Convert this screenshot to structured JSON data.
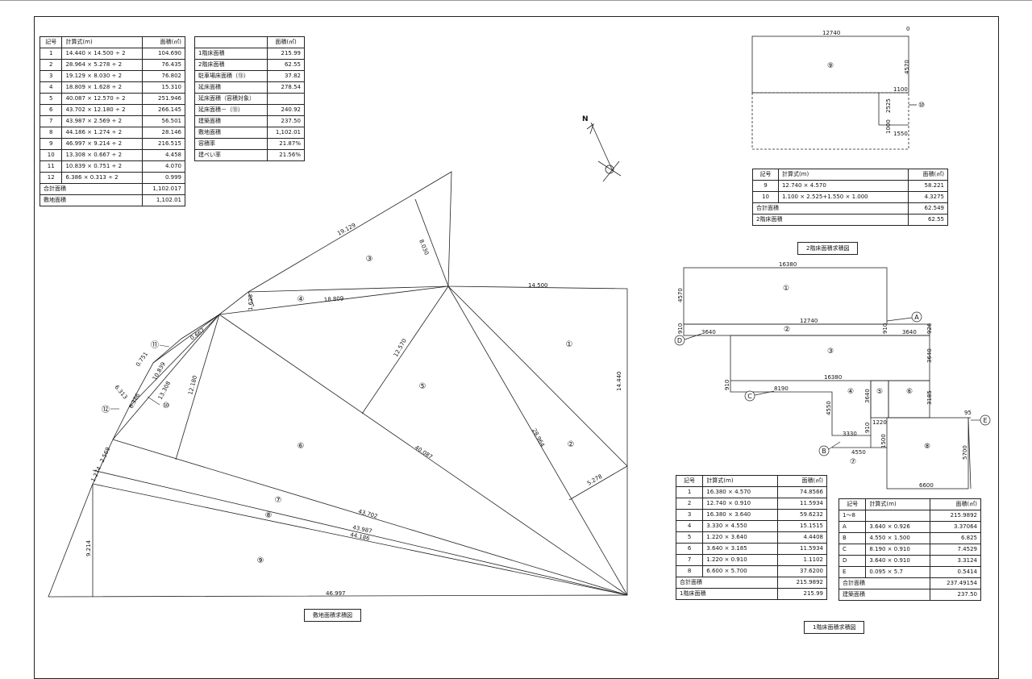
{
  "site_table": {
    "headers": [
      "記号",
      "計算式(m)",
      "面積(㎡)"
    ],
    "rows": [
      [
        "1",
        "14.440 × 14.500 ÷ 2",
        "104.690"
      ],
      [
        "2",
        "28.964 × 5.278 ÷ 2",
        "76.435"
      ],
      [
        "3",
        "19.129 × 8.030 ÷ 2",
        "76.802"
      ],
      [
        "4",
        "18.809 × 1.628 ÷ 2",
        "15.310"
      ],
      [
        "5",
        "40.087 × 12.570 ÷ 2",
        "251.946"
      ],
      [
        "6",
        "43.702 × 12.180 ÷ 2",
        "266.145"
      ],
      [
        "7",
        "43.987 × 2.569 ÷ 2",
        "56.501"
      ],
      [
        "8",
        "44.186 × 1.274 ÷ 2",
        "28.146"
      ],
      [
        "9",
        "46.997 × 9.214 ÷ 2",
        "216.515"
      ],
      [
        "10",
        "13.308 × 0.667 ÷ 2",
        "4.458"
      ],
      [
        "11",
        "10.839 × 0.751 ÷ 2",
        "4.070"
      ],
      [
        "12",
        "6.386 × 0.313 ÷ 2",
        "0.999"
      ]
    ],
    "total_label": "合計面積",
    "total_value": "1,102.017",
    "site_label": "敷地面積",
    "site_value": "1,102.01"
  },
  "summary_table": {
    "header": "面積(㎡)",
    "rows": [
      [
        "1階床面積",
        "215.99"
      ],
      [
        "2階床面積",
        "62.55"
      ],
      [
        "駐車場床面積（⑬）",
        "37.82"
      ],
      [
        "延床面積",
        "278.54"
      ],
      [
        "延床面積（容積対象）",
        ""
      ],
      [
        "延床面積－（⑬）",
        "240.92"
      ],
      [
        "建築面積",
        "237.50"
      ],
      [
        "敷地面積",
        "1,102.01"
      ],
      [
        "容積率",
        "21.87%"
      ],
      [
        "建ぺい率",
        "21.56%"
      ]
    ]
  },
  "floor2_table": {
    "headers": [
      "記号",
      "計算式(m)",
      "面積(㎡)"
    ],
    "rows": [
      [
        "9",
        "12.740 × 4.570",
        "58.221"
      ],
      [
        "10",
        "1.100 × 2.525+1.550 × 1.000",
        "4.3275"
      ]
    ],
    "total_label": "合計面積",
    "total_value": "62.549",
    "floor_label": "2階床面積",
    "floor_value": "62.55"
  },
  "floor1_table": {
    "headers": [
      "記号",
      "計算式(m)",
      "面積(㎡)"
    ],
    "rows": [
      [
        "1",
        "16.380 × 4.570",
        "74.8566"
      ],
      [
        "2",
        "12.740 × 0.910",
        "11.5934"
      ],
      [
        "3",
        "16.380 × 3.640",
        "59.6232"
      ],
      [
        "4",
        "3.330 × 4.550",
        "15.1515"
      ],
      [
        "5",
        "1.220 × 3.640",
        "4.4408"
      ],
      [
        "6",
        "3.640 × 3.185",
        "11.5934"
      ],
      [
        "7",
        "1.220 × 0.910",
        "1.1102"
      ],
      [
        "8",
        "6.600 × 5.700",
        "37.6200"
      ]
    ],
    "total_label": "合計面積",
    "total_value": "215.9892",
    "floor_label": "1階床面積",
    "floor_value": "215.99"
  },
  "building_table": {
    "headers": [
      "記号",
      "計算式(m)",
      "面積(㎡)"
    ],
    "rows": [
      [
        "1～8",
        "",
        "215.9892"
      ],
      [
        "A",
        "3.640 × 0.926",
        "3.37064"
      ],
      [
        "B",
        "4.550 × 1.500",
        "6.825"
      ],
      [
        "C",
        "8.190 × 0.910",
        "7.4529"
      ],
      [
        "D",
        "3.640 × 0.910",
        "3.3124"
      ],
      [
        "E",
        "0.095 × 5.7",
        "0.5414"
      ]
    ],
    "total_label": "合計面積",
    "total_value": "237.49154",
    "building_label": "建築面積",
    "building_value": "237.50"
  },
  "captions": {
    "site": "敷地面積求積図",
    "floor1": "1階床面積求積図",
    "floor2": "2階床面積求積図"
  },
  "site_plan": {
    "edge_labels": [
      "19.129",
      "8.030",
      "14.500",
      "14.440",
      "1.628",
      "18.809",
      "0.667",
      "12.570",
      "0.751",
      "10.839",
      "13.308",
      "12.180",
      "6.313",
      "6.386",
      "28.964",
      "40.087",
      "5.278",
      "2.569",
      "1.274",
      "43.702",
      "43.987",
      "44.186",
      "9.214",
      "46.997"
    ],
    "region_labels": [
      "①",
      "②",
      "③",
      "④",
      "⑤",
      "⑥",
      "⑦",
      "⑧",
      "⑨",
      "⑩",
      "⑪",
      "⑫"
    ],
    "north": "N"
  },
  "floor2_plan": {
    "dims": [
      "12740",
      "0",
      "4570",
      "1100",
      "2525",
      "1000",
      "1550"
    ],
    "regions": [
      "⑨",
      "⑩"
    ]
  },
  "floor1_plan": {
    "dims": [
      "16380",
      "4570",
      "12740",
      "910",
      "3640",
      "910",
      "3640",
      "926",
      "3640",
      "16380",
      "910",
      "8190",
      "4550",
      "3640",
      "3185",
      "1220",
      "910",
      "3330",
      "4550",
      "1500",
      "95",
      "5700",
      "6600"
    ],
    "regions": [
      "①",
      "②",
      "③",
      "④",
      "⑤",
      "⑥",
      "⑦",
      "⑧"
    ],
    "tags": [
      "A",
      "B",
      "C",
      "D",
      "E"
    ]
  }
}
